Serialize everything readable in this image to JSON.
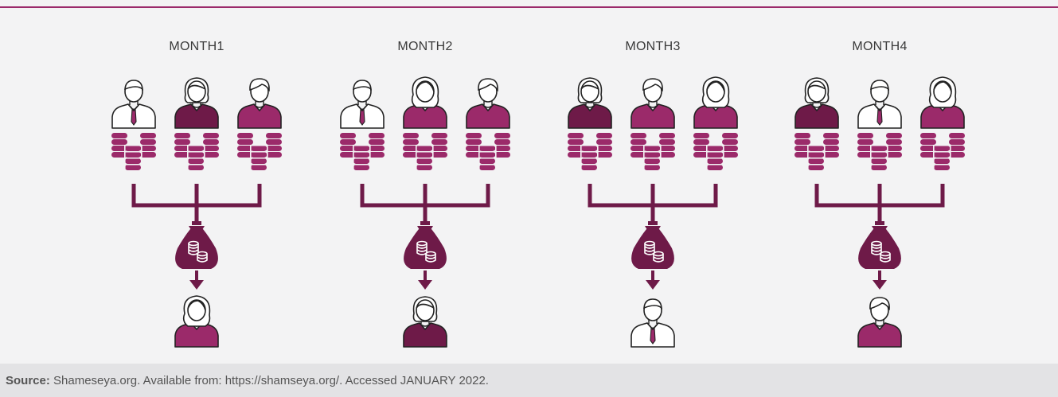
{
  "colors": {
    "accent": "#9b2a6a",
    "accent_dark": "#6e1a48",
    "background": "#f3f3f4",
    "source_background": "#e3e3e5"
  },
  "months": [
    {
      "label": "MONTH1",
      "contributors": [
        "man-tie-icon",
        "woman-short-hair-dark-icon",
        "man-shirt-icon"
      ],
      "recipient": "woman-long-hair-icon"
    },
    {
      "label": "MONTH2",
      "contributors": [
        "man-tie-icon",
        "woman-long-hair-icon",
        "man-shirt-icon"
      ],
      "recipient": "woman-short-hair-dark-icon"
    },
    {
      "label": "MONTH3",
      "contributors": [
        "woman-short-hair-dark-icon",
        "man-shirt-icon",
        "woman-long-hair-icon"
      ],
      "recipient": "man-tie-icon"
    },
    {
      "label": "MONTH4",
      "contributors": [
        "woman-short-hair-dark-icon",
        "man-tie-icon",
        "woman-long-hair-icon"
      ],
      "recipient": "man-shirt-icon"
    }
  ],
  "contribution_icon": "coin-stacks-icon",
  "pool_icon": "money-bag-icon",
  "source": {
    "label": "Source:",
    "text": " Shameseya.org. Available from: https://shamseya.org/. Accessed JANUARY 2022."
  }
}
